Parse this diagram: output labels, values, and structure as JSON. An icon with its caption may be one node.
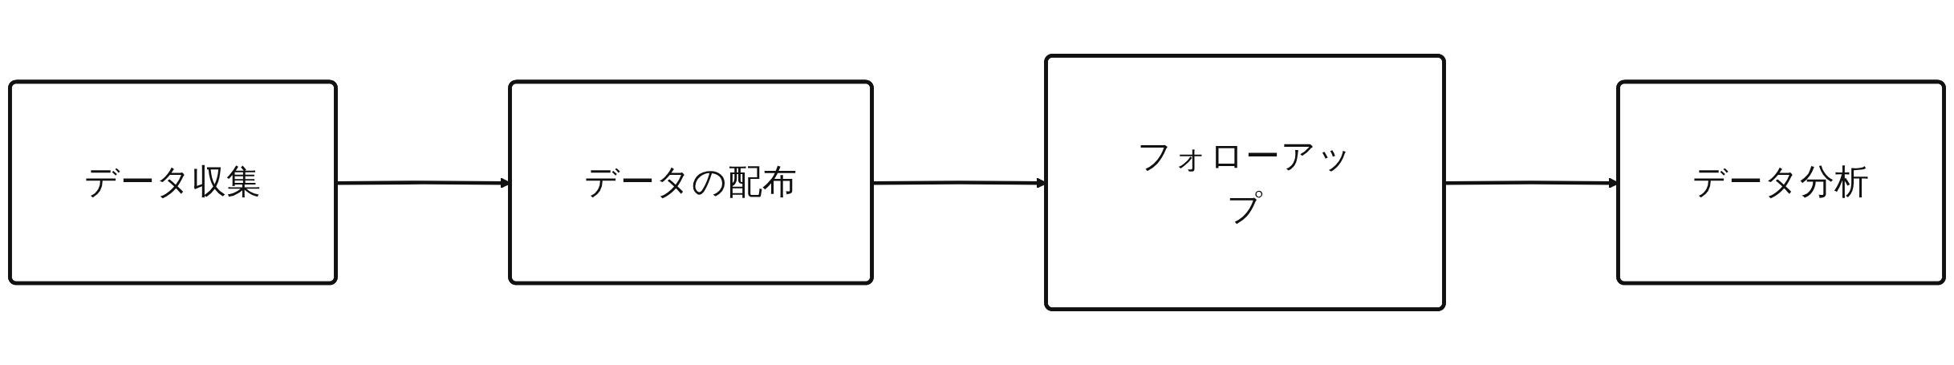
{
  "diagram": {
    "nodes": [
      {
        "text": [
          "データ収集"
        ]
      },
      {
        "text": [
          "データの配布"
        ]
      },
      {
        "text": [
          "フォローアップ"
        ]
      },
      {
        "text": [
          "データ分析"
        ]
      }
    ],
    "edges": [
      {
        "from": 0,
        "to": 1,
        "arrow": "to"
      },
      {
        "from": 1,
        "to": 2,
        "arrow": "to"
      },
      {
        "from": 2,
        "to": 3,
        "arrow": "to"
      }
    ]
  }
}
